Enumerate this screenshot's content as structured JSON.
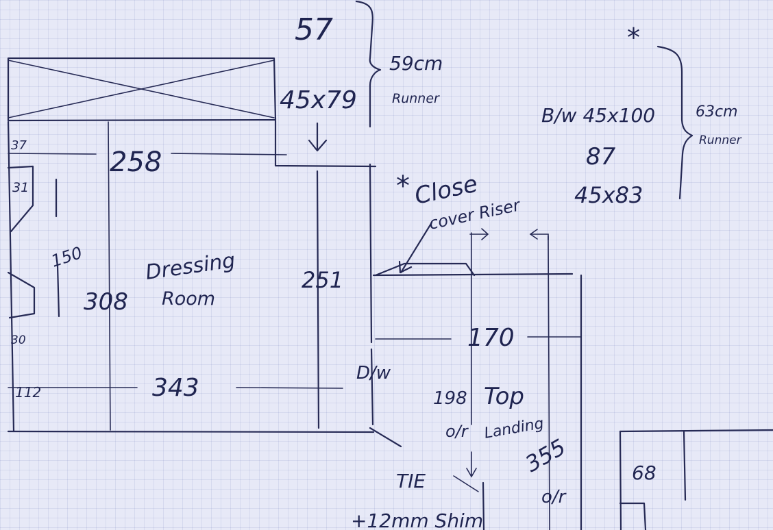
{
  "diagram": {
    "top_stair": {
      "value": "57",
      "width": "59cm",
      "runner": "Runner",
      "size": "45x79"
    },
    "right_stair": {
      "marker": "*",
      "line1": "B/w 45x100",
      "value": "87",
      "line3": "45x83",
      "width": "63cm",
      "runner": "Runner"
    },
    "note": {
      "marker": "*",
      "line1": "Close",
      "line2": "cover Riser"
    },
    "dressing_room": {
      "label_1": "Dressing",
      "label_2": "Room",
      "dim_37": "37",
      "dim_258": "258",
      "dim_31": "31",
      "dim_150": "150",
      "dim_308": "308",
      "dim_30": "30",
      "dim_112": "112",
      "dim_343": "343",
      "dim_251": "251"
    },
    "landing": {
      "dim_170": "170",
      "label_1": "Top",
      "label_2": "Landing",
      "dim_198": "198",
      "or_1": "o/r",
      "dim_355": "355",
      "or_2": "o/r",
      "dw": "D/w"
    },
    "tie": {
      "line1": "TIE",
      "line2": "+12mm Shim"
    },
    "bottom_right": {
      "dim_68": "68"
    }
  }
}
